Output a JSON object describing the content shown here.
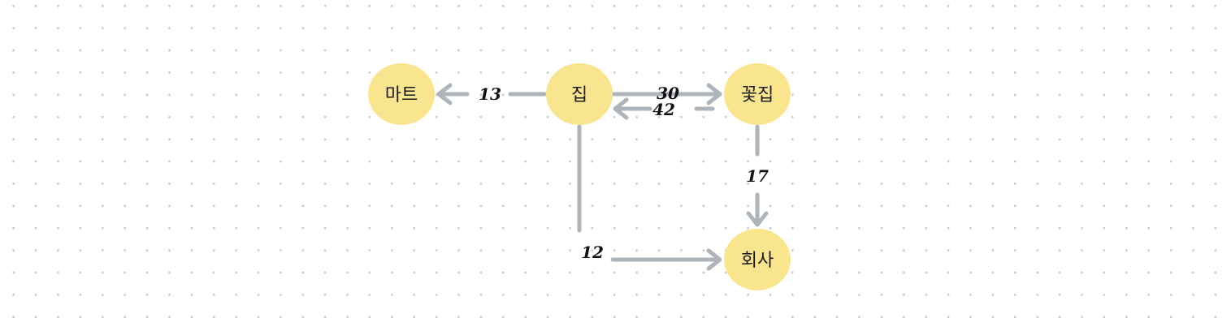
{
  "nodes": {
    "mart": {
      "label": "마트"
    },
    "home": {
      "label": "집"
    },
    "flower": {
      "label": "꽃집"
    },
    "office": {
      "label": "회사"
    }
  },
  "edges": {
    "home_to_mart": {
      "label": "13"
    },
    "home_to_flower": {
      "label": "30"
    },
    "flower_to_home": {
      "label": "42"
    },
    "flower_to_office": {
      "label": "17"
    },
    "home_to_office": {
      "label": "12"
    }
  },
  "colors": {
    "node_fill": "#fae58f",
    "edge": "#adb5bb"
  }
}
